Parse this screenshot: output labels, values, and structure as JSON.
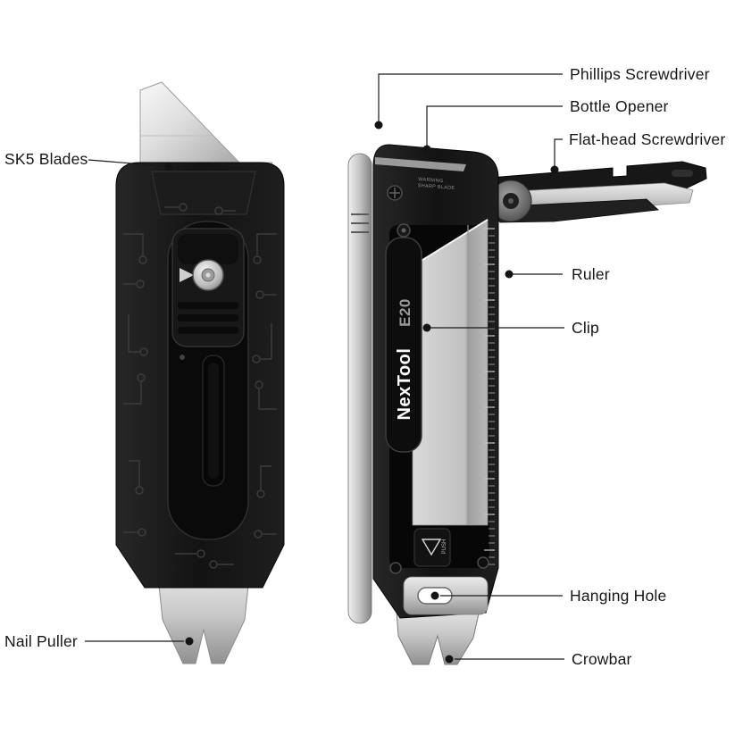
{
  "product": {
    "brand": "NexTool",
    "model": "E20",
    "warning_line1": "WARNING",
    "warning_line2": "SHARP BLADE",
    "push_label": "PUSH"
  },
  "callouts": {
    "phillips_screwdriver": "Phillips Screwdriver",
    "bottle_opener": "Bottle Opener",
    "flat_head_screwdriver": "Flat-head Screwdriver",
    "sk5_blades": "SK5 Blades",
    "ruler": "Ruler",
    "clip": "Clip",
    "hanging_hole": "Hanging Hole",
    "crowbar": "Crowbar",
    "nail_puller": "Nail Puller"
  },
  "colors": {
    "background": "#ffffff",
    "label_text": "#161616",
    "callout_line": "#1a1a1a",
    "callout_dot": "#141414",
    "body_black": "#141414",
    "metal": "#c6c6c6",
    "brand_text": "#ffffff",
    "model_text": "#9a9a9a"
  }
}
